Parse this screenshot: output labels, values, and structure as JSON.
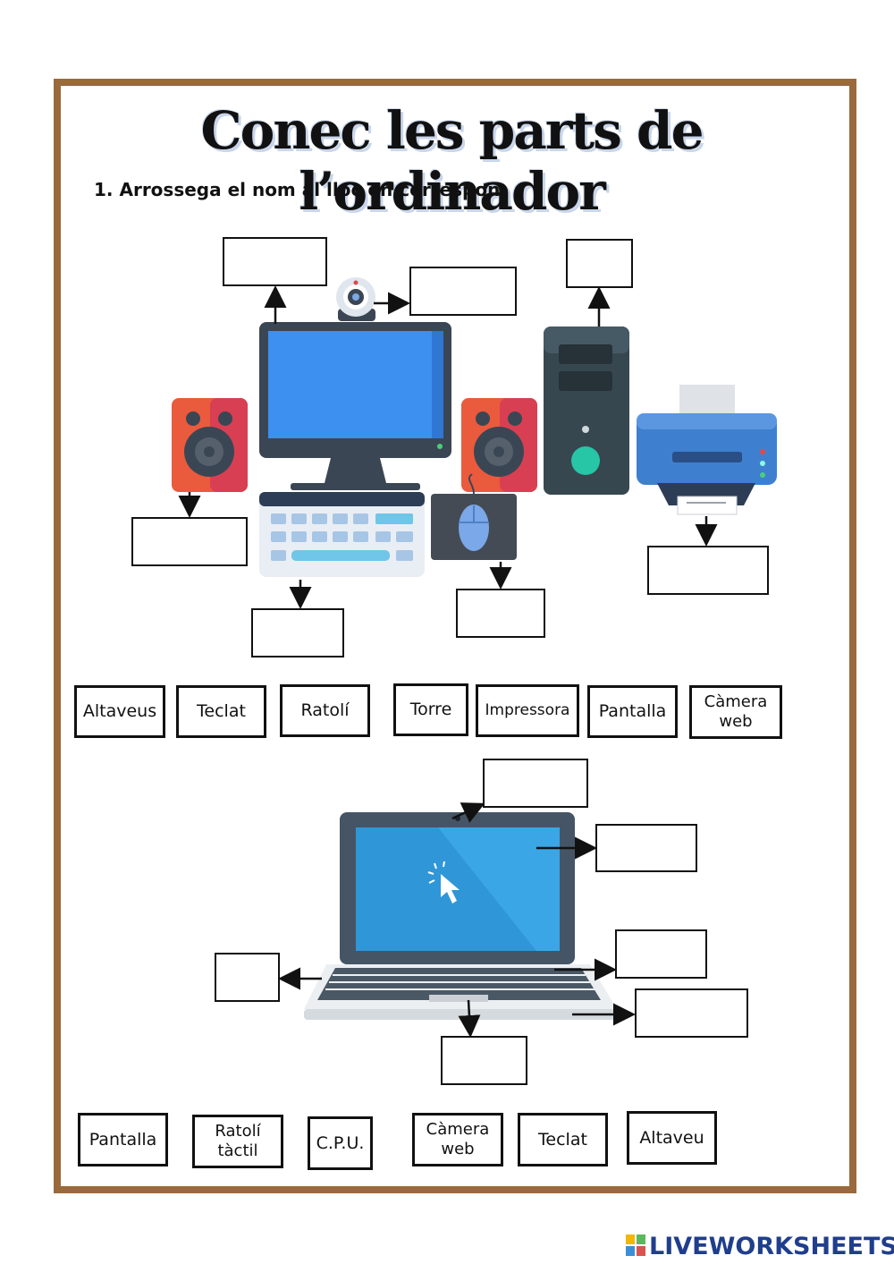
{
  "title": "Conec les parts de l’ordinador",
  "instruction": "1.  Arrossega el nom al lloc on correspon.",
  "desktop_labels": [
    "Altaveus",
    "Teclat",
    "Ratolí",
    "Torre",
    "Impressora",
    "Pantalla",
    "Càmera web"
  ],
  "laptop_labels": [
    "Pantalla",
    "Ratolí tàctil",
    "C.P.U.",
    "Càmera web",
    "Teclat",
    "Altaveu"
  ],
  "brand": "LIVEWORKSHEETS",
  "colors": {
    "border": "#9a6a3c",
    "screen": "#3d8ff0",
    "brand": "#1f3e8c"
  }
}
